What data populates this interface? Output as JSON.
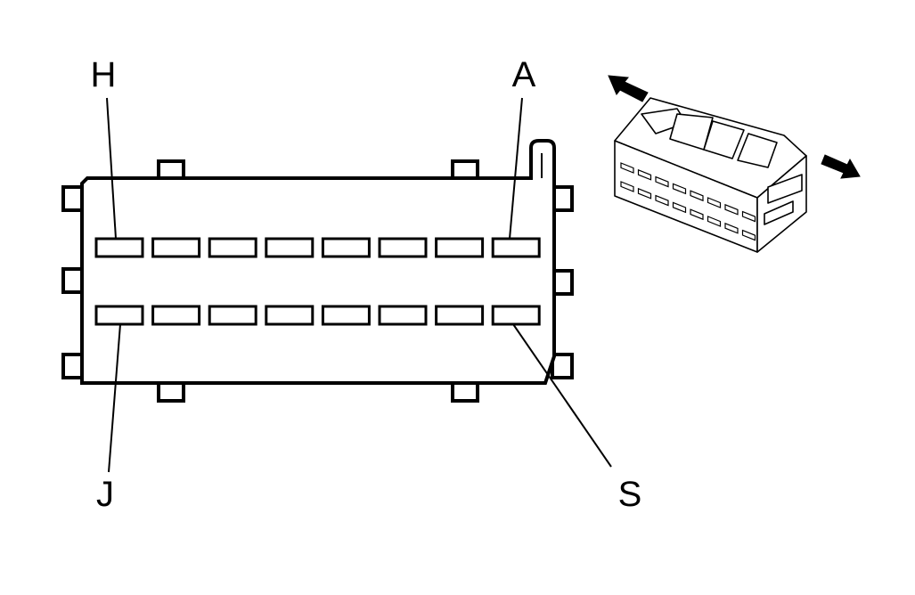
{
  "labels": {
    "pin_h": "H",
    "pin_a": "A",
    "pin_j": "J",
    "pin_s": "S"
  },
  "connector": {
    "cavities_per_row": 8,
    "rows": 2
  },
  "colors": {
    "line": "#000000",
    "background": "#ffffff"
  }
}
